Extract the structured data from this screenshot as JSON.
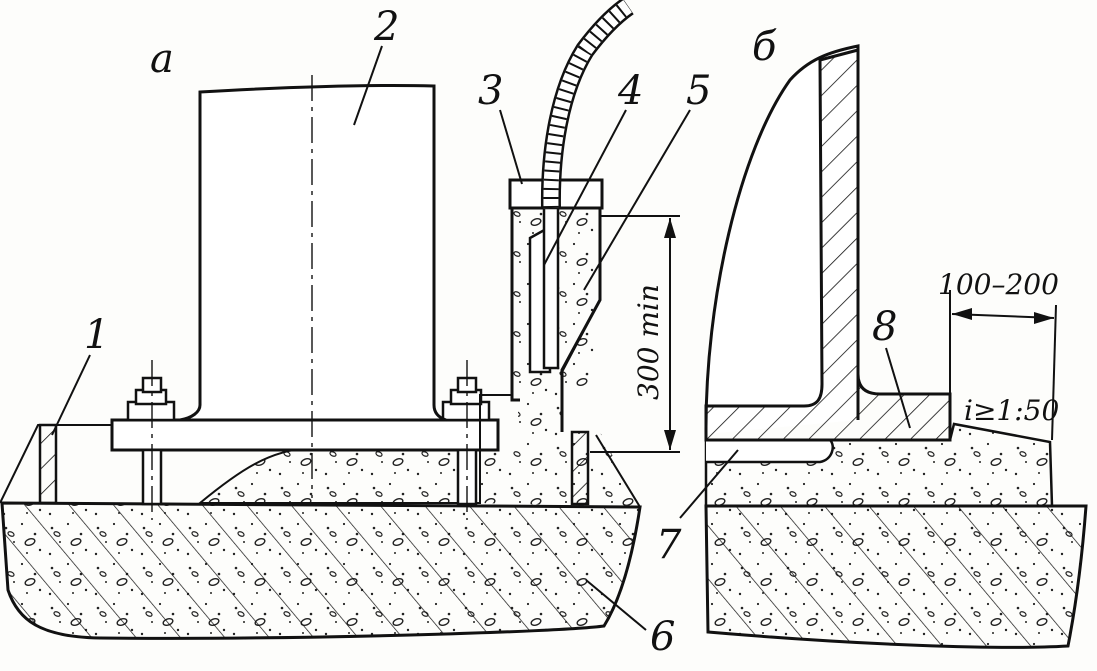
{
  "figure": {
    "view_a_label": "а",
    "view_b_label": "б"
  },
  "callouts": [
    "1",
    "2",
    "3",
    "4",
    "5",
    "6",
    "7",
    "8"
  ],
  "dimensions": {
    "height_min": "300 min",
    "gap_range": "100–200",
    "slope": "i≥1:50"
  },
  "colors": {
    "ink": "#111111",
    "paper": "#fdfdfb",
    "concrete_fill": "#ffffff"
  }
}
